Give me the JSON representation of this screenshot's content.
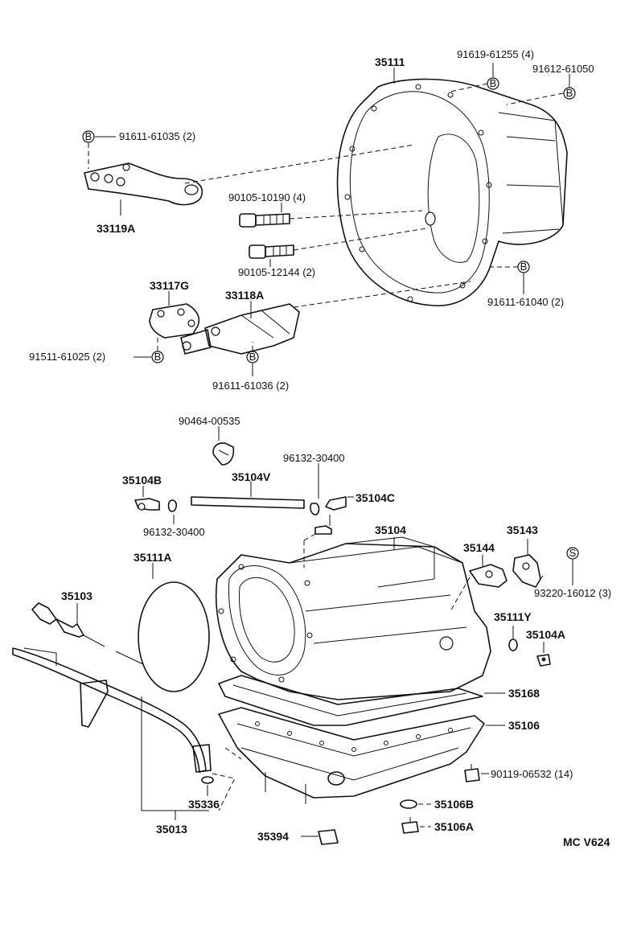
{
  "diagram_code": "MC V624",
  "parts": {
    "p35111": "35111",
    "p91619": "91619-61255 (4)",
    "p91612": "91612-61050",
    "p91611_top": "91611-61035 (2)",
    "p33119A": "33119A",
    "p90105_10190": "90105-10190 (4)",
    "p90105_12144": "90105-12144 (2)",
    "p33117G": "33117G",
    "p33118A": "33118A",
    "p91611_61040": "91611-61040 (2)",
    "p91511": "91511-61025 (2)",
    "p91611_61036": "91611-61036 (2)",
    "p90464": "90464-00535",
    "p96132_top": "96132-30400",
    "p35104B": "35104B",
    "p35104V": "35104V",
    "p35104C": "35104C",
    "p96132_bot": "96132-30400",
    "p35104": "35104",
    "p35143": "35143",
    "p35144": "35144",
    "p93220": "93220-16012 (3)",
    "p35111A": "35111A",
    "p35103": "35103",
    "p35111Y": "35111Y",
    "p35104A": "35104A",
    "p35168": "35168",
    "p35106": "35106",
    "p90119": "90119-06532 (14)",
    "p35106B": "35106B",
    "p35106A": "35106A",
    "p35336": "35336",
    "p35013": "35013",
    "p35394": "35394"
  },
  "markers": {
    "b": "B",
    "s": "S"
  }
}
